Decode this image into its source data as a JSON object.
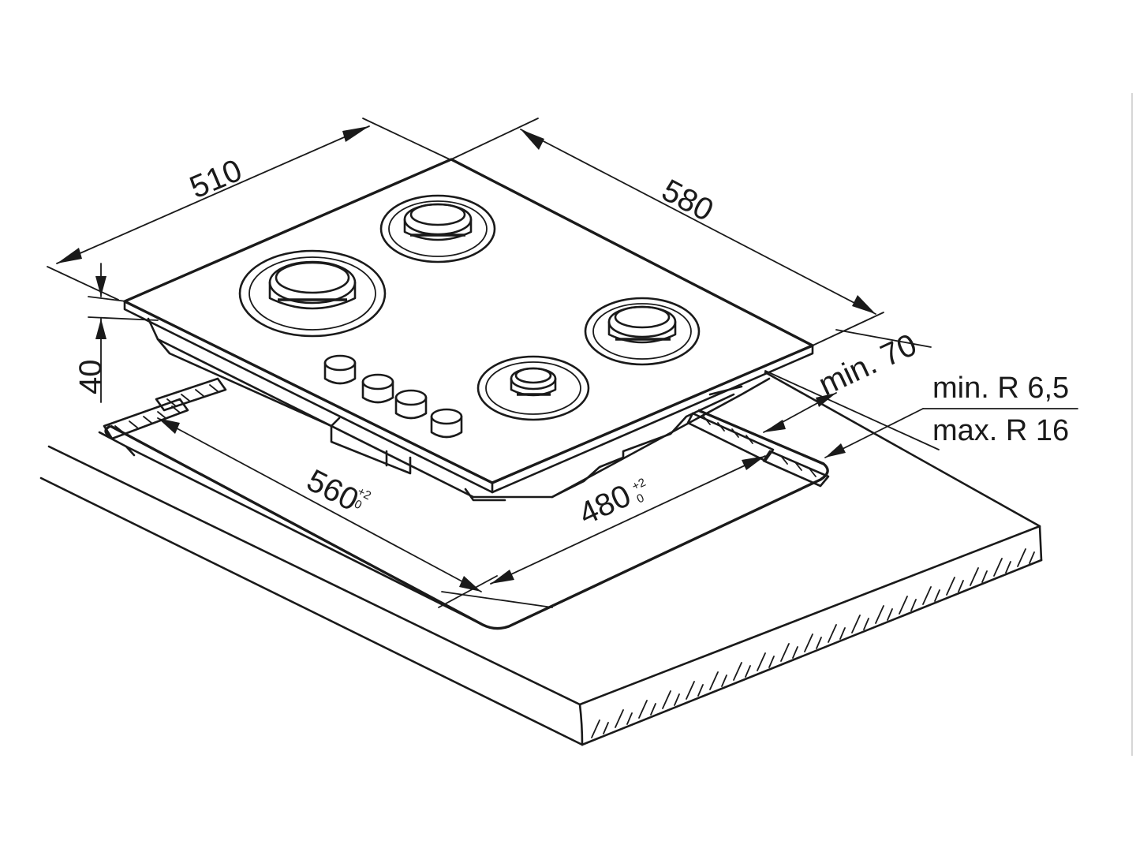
{
  "dimensions": {
    "depth": "510",
    "width": "580",
    "height": "40",
    "clearance": "min. 70",
    "radius_min": "min. R 6,5",
    "radius_max": "max. R 16",
    "cutout_width": "560",
    "cutout_width_tol_upper": "+2",
    "cutout_width_tol_lower": "0",
    "cutout_depth": "480",
    "cutout_depth_tol_upper": "+2",
    "cutout_depth_tol_lower": "0"
  },
  "hob": {
    "burner_count": 4,
    "knob_count": 4
  },
  "colors": {
    "ink": "#1a1a1a",
    "paper": "#ffffff"
  }
}
